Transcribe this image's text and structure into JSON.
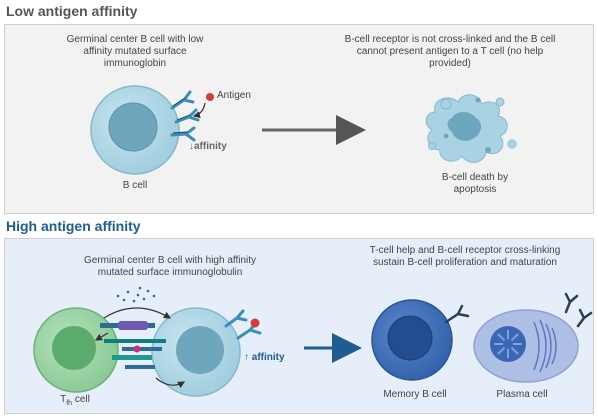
{
  "low": {
    "title": "Low antigen affinity",
    "left_caption_line1": "Germinal center B cell with low",
    "left_caption_line2": "affinity mutated surface",
    "left_caption_line3": "immunoglobin",
    "right_caption_line1": "B-cell receptor is not cross-linked and the B cell",
    "right_caption_line2": "cannot present antigen to a T cell (no help",
    "right_caption_line3": "provided)",
    "antigen_label": "Antigen",
    "affinity_label": "↓affinity",
    "bcell_label": "B cell",
    "death_line1": "B-cell death by",
    "death_line2": "apoptosis"
  },
  "high": {
    "title": "High antigen affinity",
    "left_caption_line1": "Germinal center B cell with high affinity",
    "left_caption_line2": "mutated surface immunoglobulin",
    "right_caption_line1": "T-cell help and B-cell receptor cross-linking",
    "right_caption_line2": "sustain B-cell proliferation and maturation",
    "affinity_label": "↑ affinity",
    "tcell_label_main": "T",
    "tcell_label_sub": "fh",
    "tcell_label_rest": " cell",
    "memory_label": "Memory B cell",
    "plasma_label": "Plasma cell"
  },
  "colors": {
    "low_title": "#555555",
    "high_title": "#1f5c8f",
    "low_panel_bg": "#f2f2f2",
    "high_panel_bg": "#e6eef9",
    "bcell_outer": "#a9d3e3",
    "bcell_inner": "#6ea6bd",
    "tcell_outer": "#8fcf99",
    "tcell_inner": "#5bab6c",
    "memory_outer": "#3f6db5",
    "memory_inner": "#234d8e",
    "plasma_outer": "#aebfe6",
    "plasma_inner": "#3b66b4",
    "antigen": "#d23c3c",
    "receptor": "#3a8fb8",
    "arrow": "#555555",
    "arrow_high": "#1f5c8f"
  }
}
